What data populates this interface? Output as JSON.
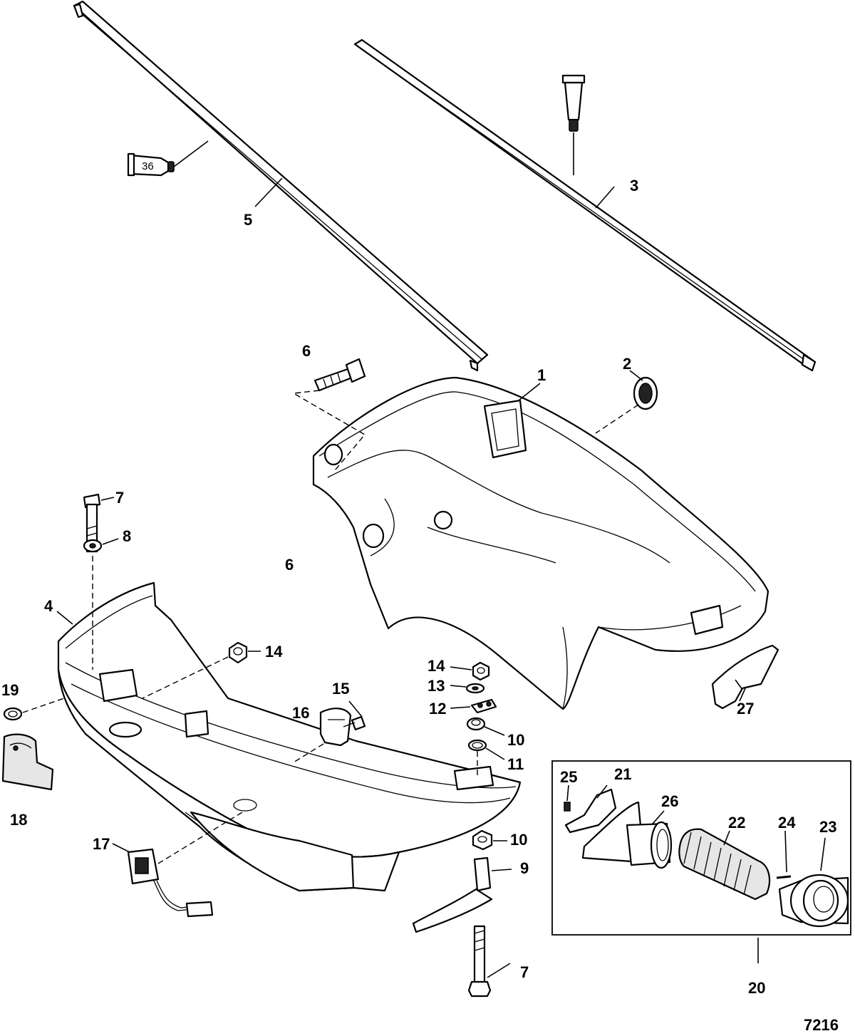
{
  "diagram": {
    "figure_number": "7216",
    "sealant_tube_label": "36",
    "callouts": {
      "c1": "1",
      "c2": "2",
      "c3": "3",
      "c4": "4",
      "c5": "5",
      "c6a": "6",
      "c6b": "6",
      "c7a": "7",
      "c7b": "7",
      "c8": "8",
      "c9": "9",
      "c10a": "10",
      "c10b": "10",
      "c11": "11",
      "c12": "12",
      "c13": "13",
      "c14a": "14",
      "c14b": "14",
      "c15": "15",
      "c16": "16",
      "c17": "17",
      "c18": "18",
      "c19": "19",
      "c20": "20",
      "c21": "21",
      "c22": "22",
      "c23": "23",
      "c24": "24",
      "c25": "25",
      "c26": "26",
      "c27": "27"
    }
  }
}
